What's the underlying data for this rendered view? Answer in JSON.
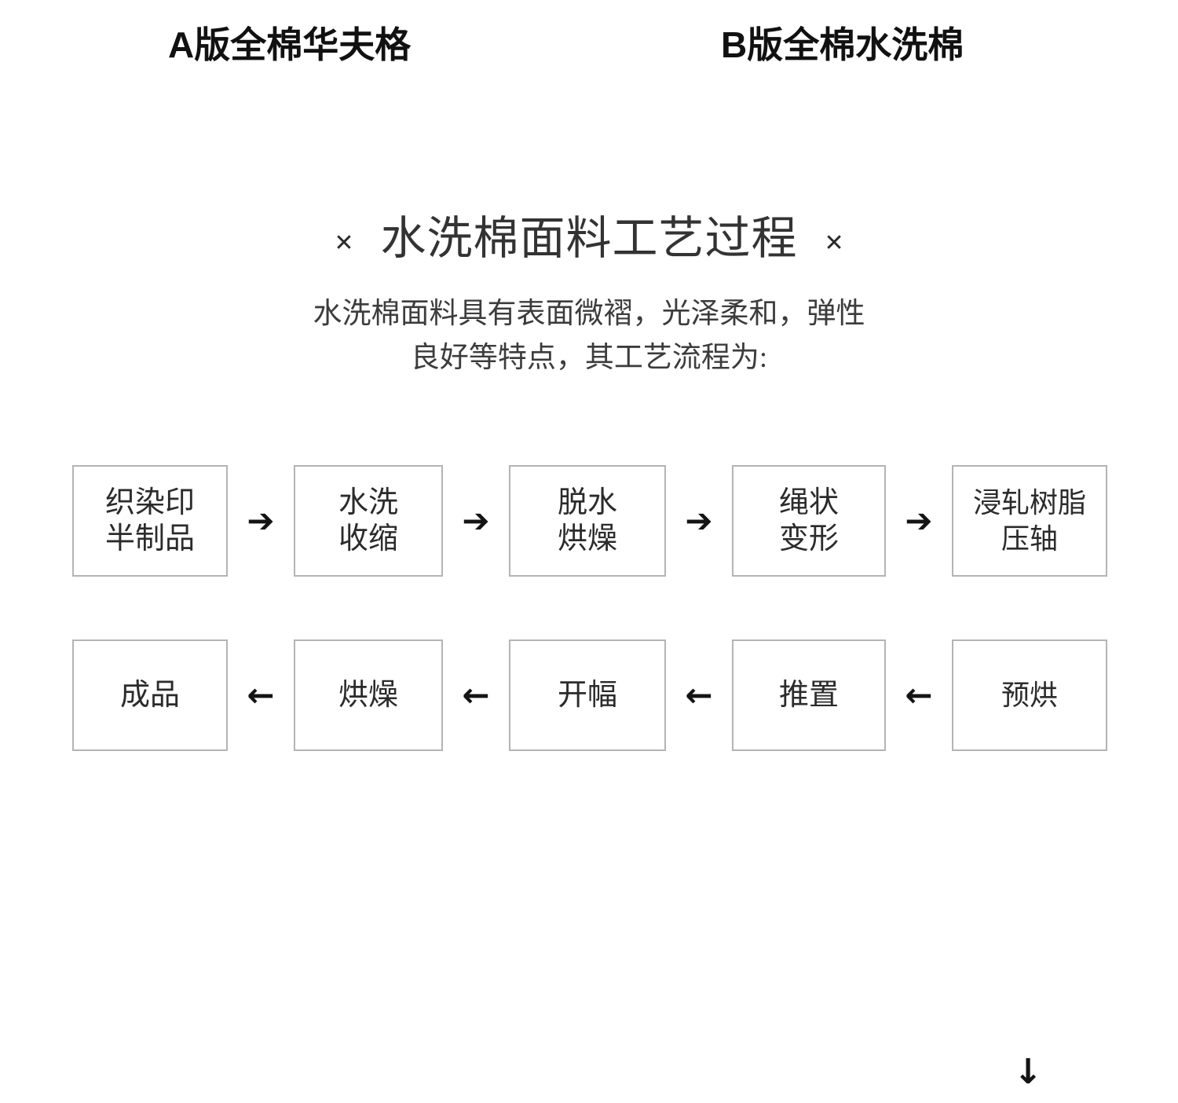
{
  "headings": {
    "version_a": "A版全棉华夫格",
    "version_b": "B版全棉水洗棉"
  },
  "section": {
    "ornament_left": "✕",
    "ornament_right": "✕",
    "title": "水洗棉面料工艺过程",
    "description_line1": "水洗棉面料具有表面微褶，光泽柔和，弹性",
    "description_line2": "良好等特点，其工艺流程为:"
  },
  "flowchart": {
    "row1": [
      {
        "line1": "织染印",
        "line2": "半制品"
      },
      {
        "line1": "水洗",
        "line2": "收缩"
      },
      {
        "line1": "脱水",
        "line2": "烘燥"
      },
      {
        "line1": "绳状",
        "line2": "变形"
      },
      {
        "line1": "浸轧树脂",
        "line2": "压轴"
      }
    ],
    "row2": [
      {
        "line1": "成品",
        "line2": ""
      },
      {
        "line1": "烘燥",
        "line2": ""
      },
      {
        "line1": "开幅",
        "line2": ""
      },
      {
        "line1": "推置",
        "line2": ""
      },
      {
        "line1": "预烘",
        "line2": ""
      }
    ],
    "arrow_right": "➔",
    "arrow_left": "←",
    "arrow_down": "↓",
    "border_color": "#b4b4b4",
    "text_color": "#2b2b2b"
  }
}
